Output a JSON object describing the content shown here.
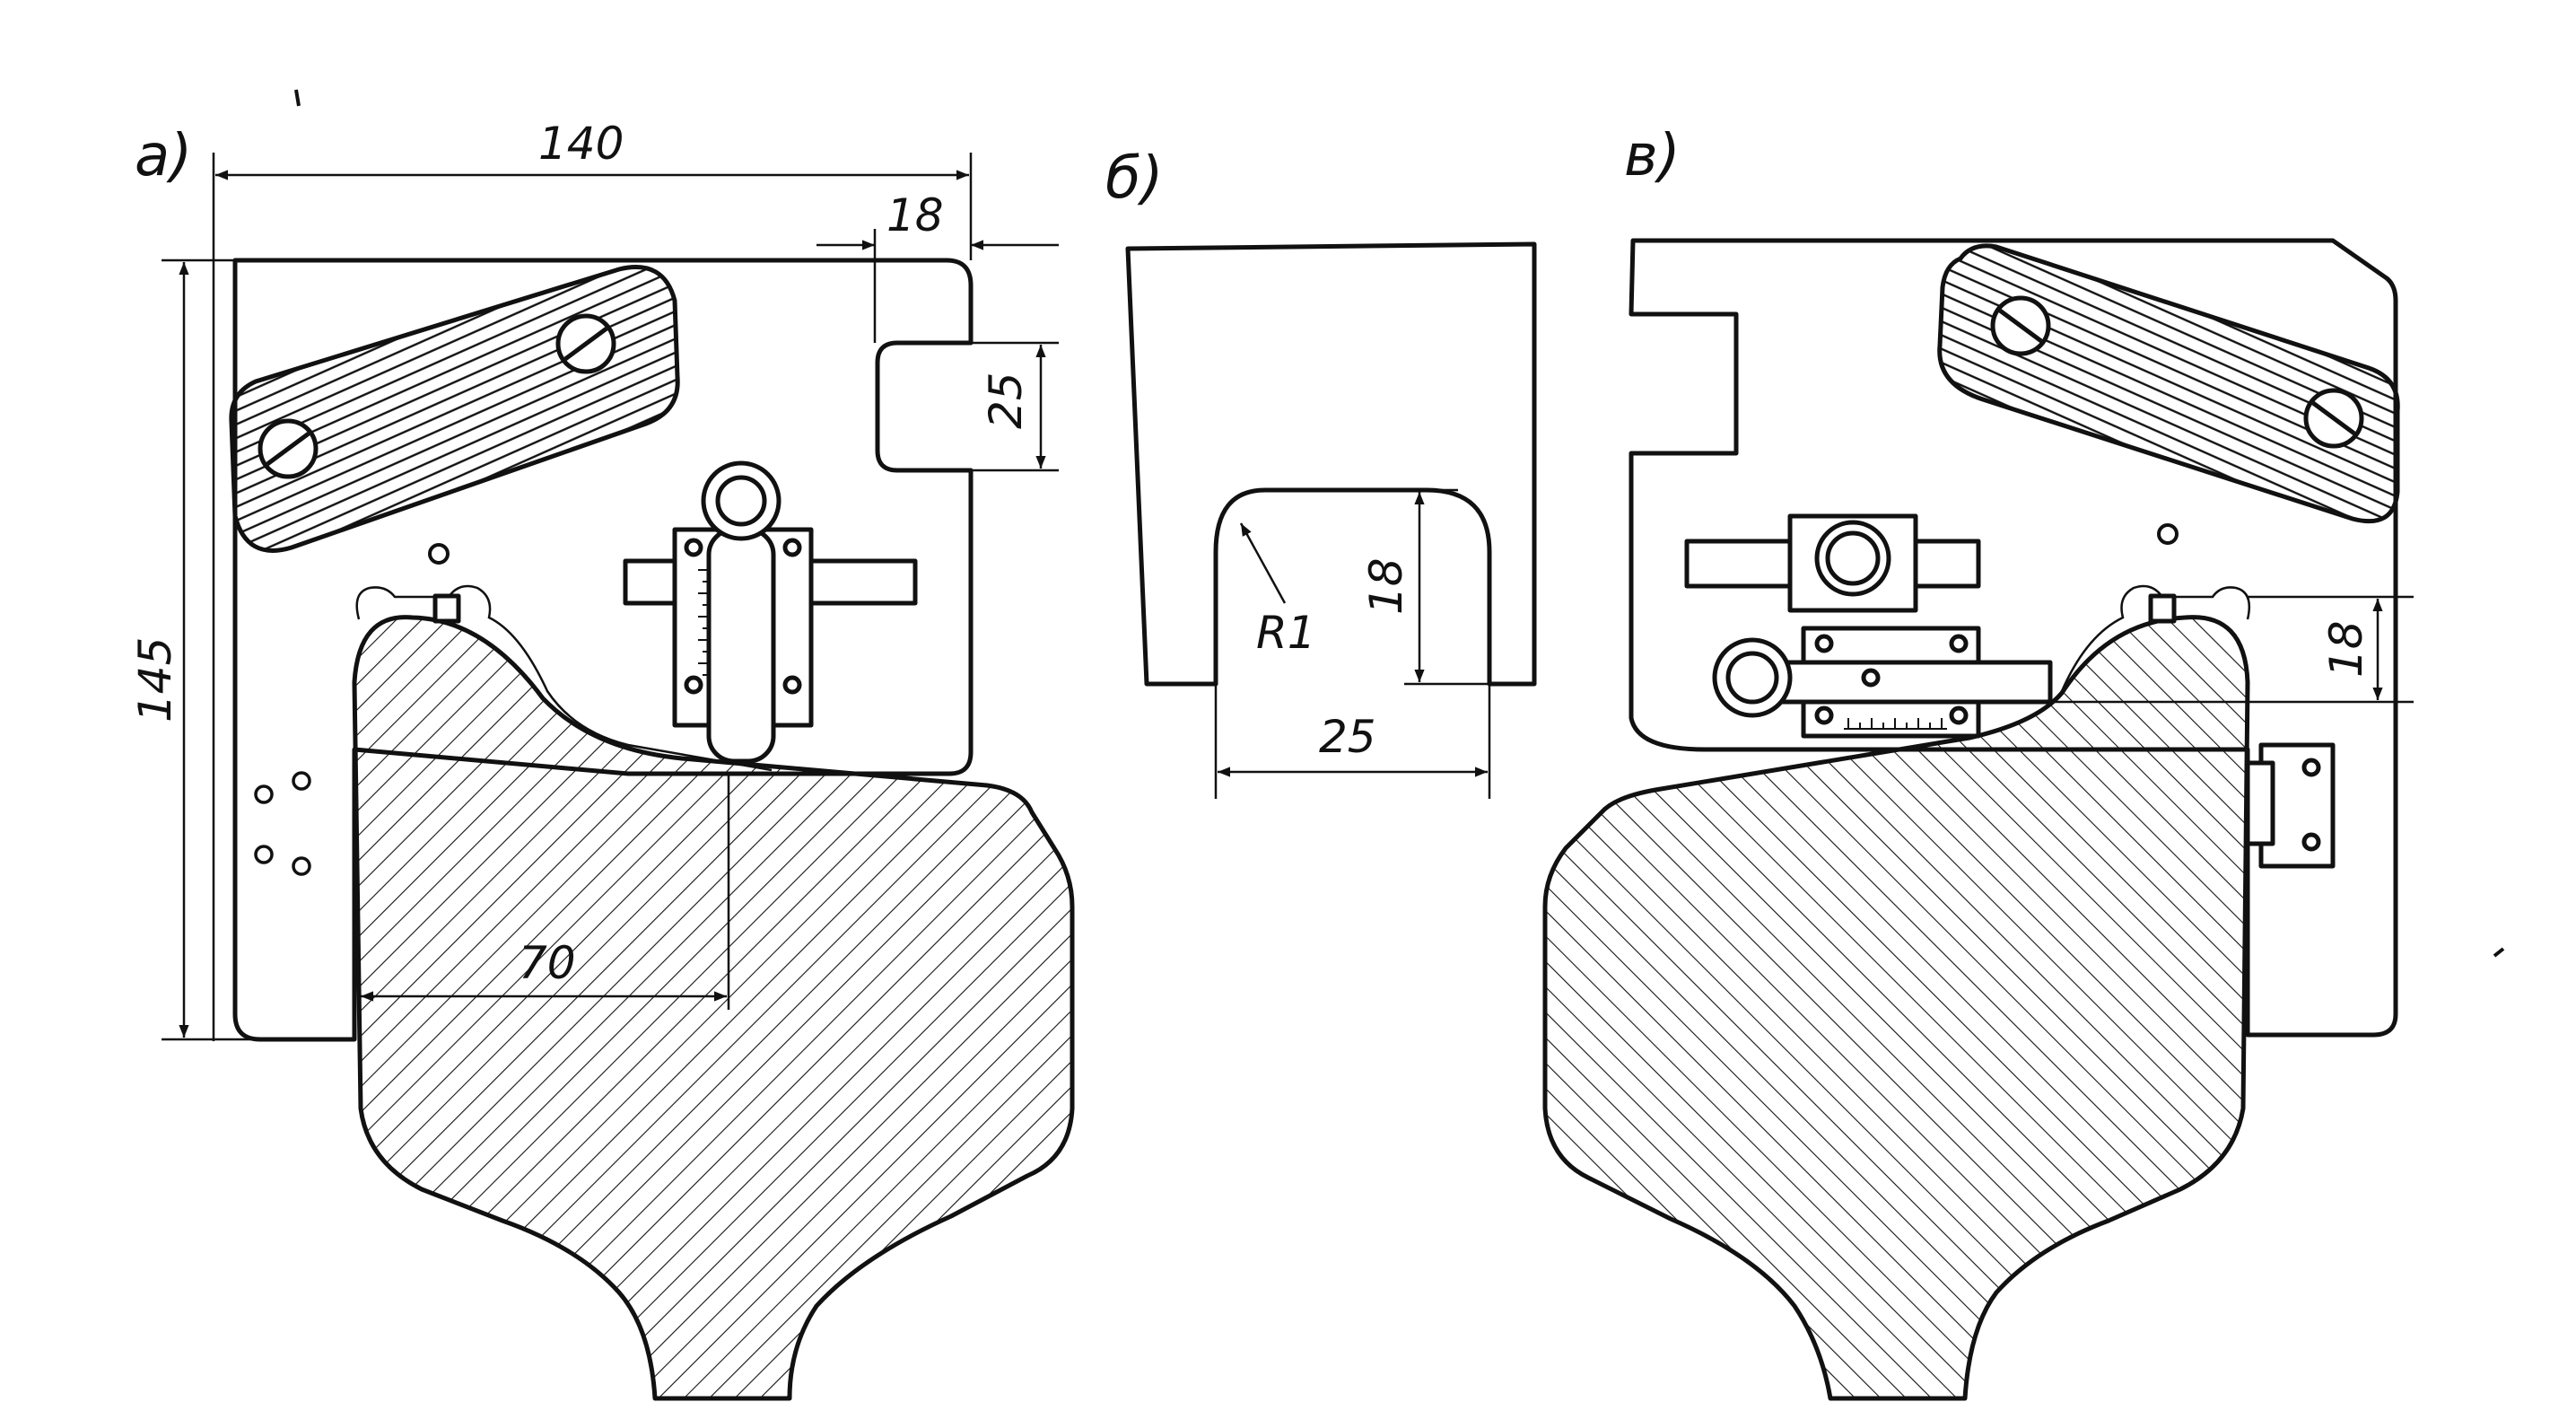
{
  "panels": [
    {
      "label": "а)"
    },
    {
      "label": "б)"
    },
    {
      "label": "в)"
    }
  ],
  "dimensions": {
    "a_width": "140",
    "a_height": "145",
    "a_half": "70",
    "a_slot_depth": "18",
    "a_slot_height": "25",
    "b_radius": "R1",
    "b_height": "18",
    "b_width": "25",
    "c_height": "18"
  }
}
